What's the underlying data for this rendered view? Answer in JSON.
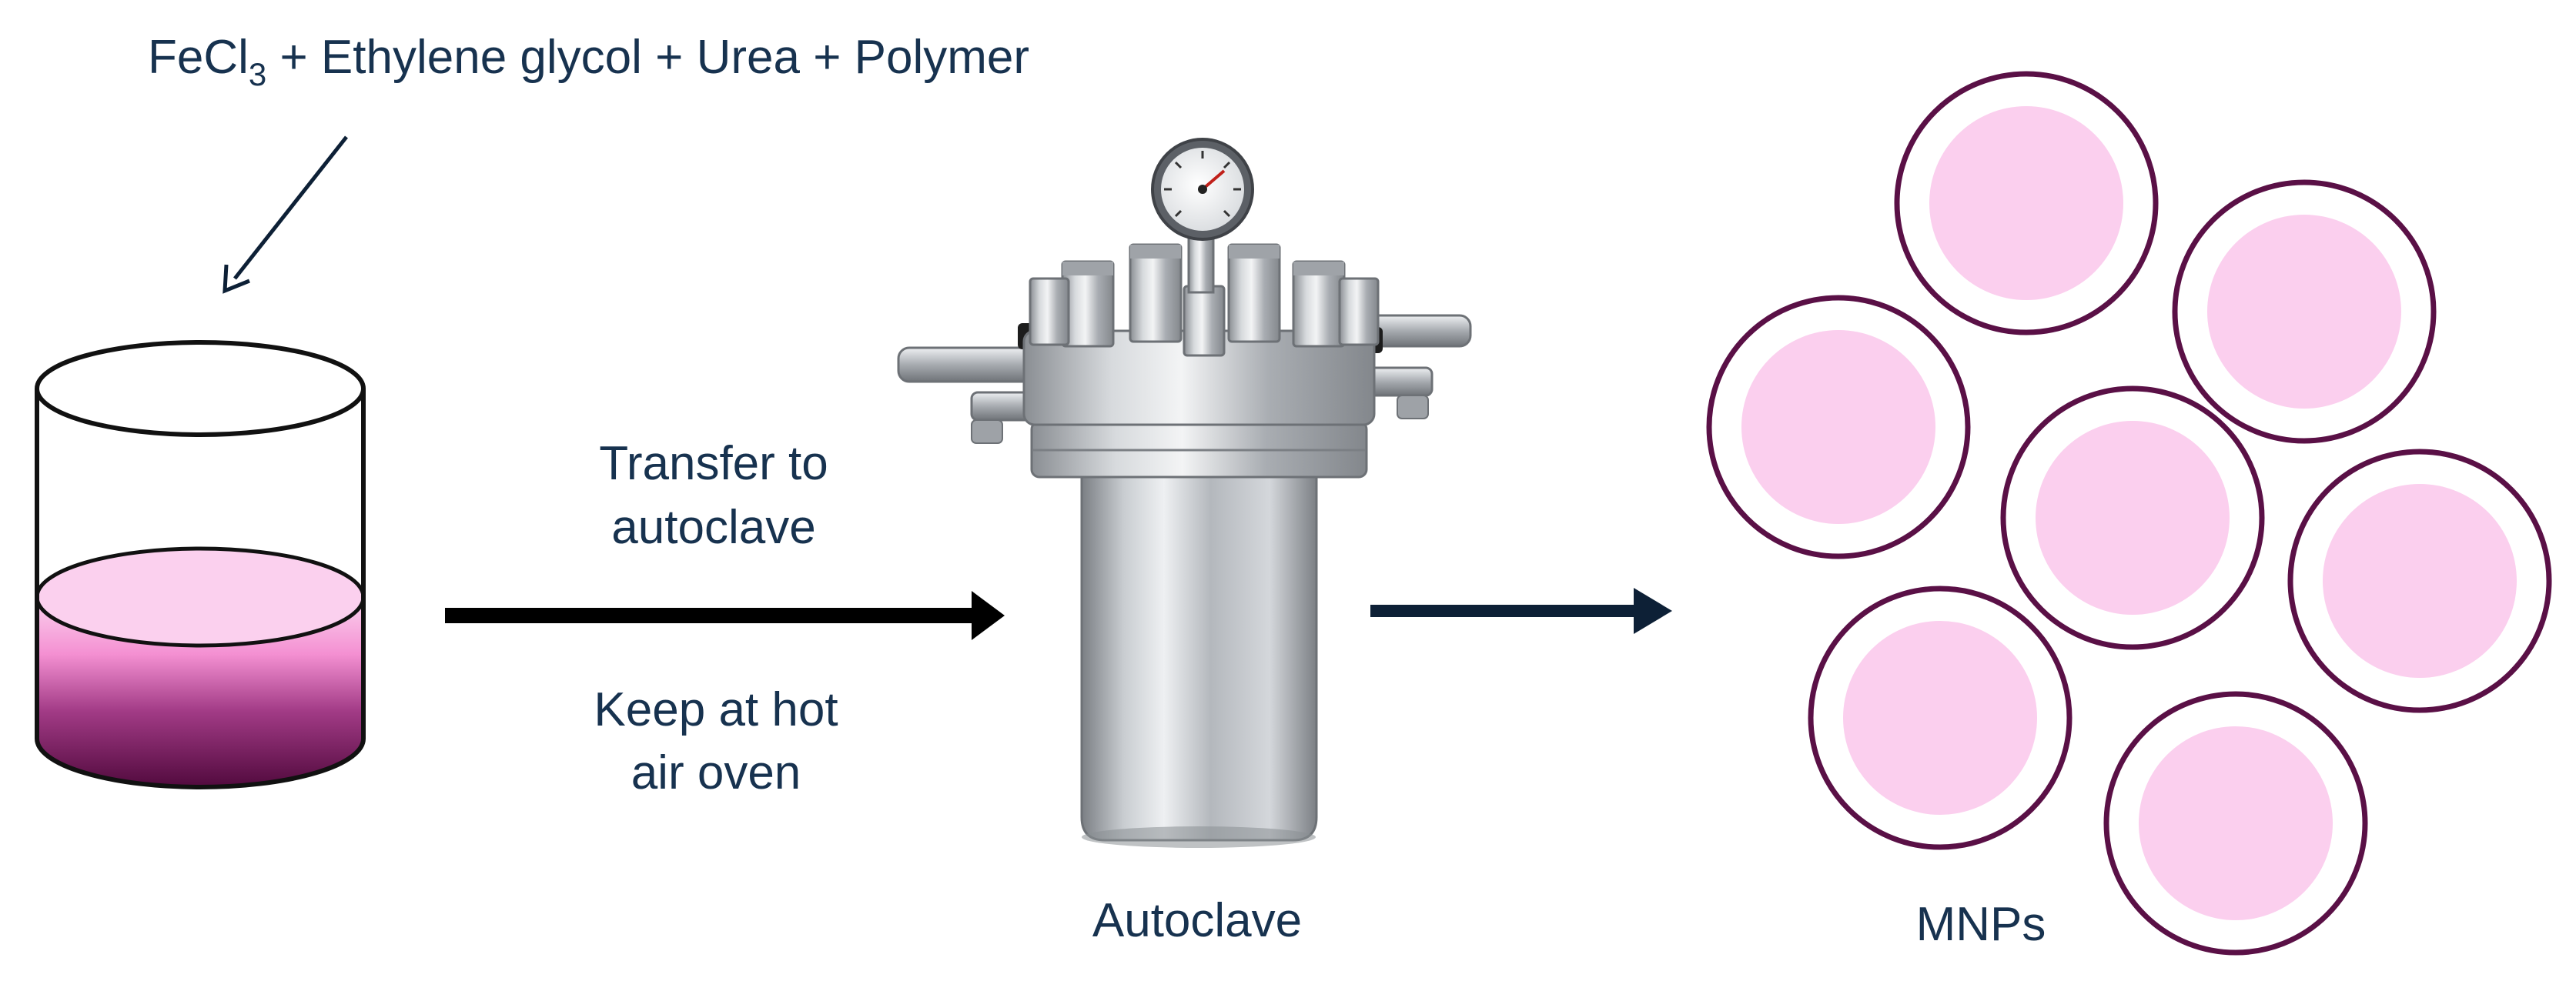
{
  "reagents": {
    "fe": "FeCl",
    "sub": "3",
    "rest": " + Ethylene glycol + Urea + Polymer"
  },
  "step": {
    "line1": "Transfer to",
    "line2": "autoclave",
    "line3": "Keep at hot",
    "line4": "air oven"
  },
  "labels": {
    "autoclave": "Autoclave",
    "mnps": "MNPs"
  },
  "colors": {
    "text": "#17324f",
    "arrow_dark": "#0d2036",
    "liquid_light": "#fbd0ee",
    "liquid_dark": "#5a0b44",
    "particle_ring": "#5a1046",
    "particle_core": "#fbcfee",
    "steel": "#b9bdc2"
  }
}
